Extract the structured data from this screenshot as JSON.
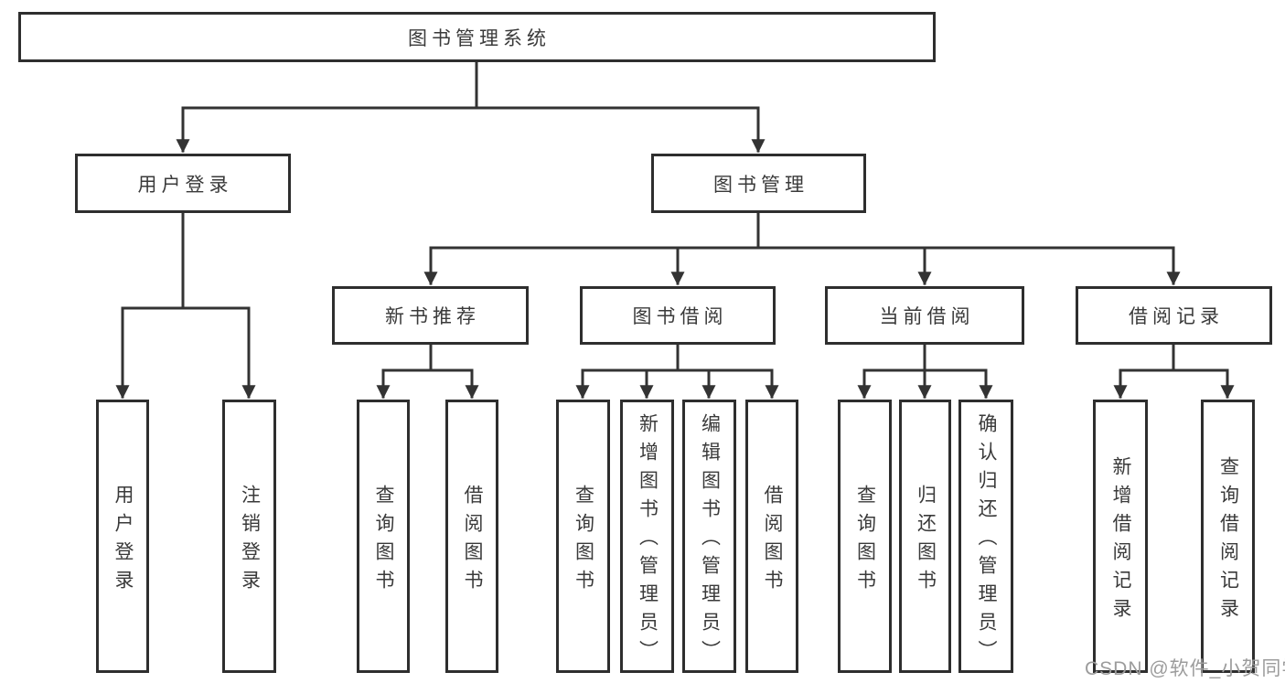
{
  "tree": {
    "root": {
      "label": "图书管理系统"
    },
    "level1": [
      {
        "label": "用户登录"
      },
      {
        "label": "图书管理"
      }
    ],
    "level2": [
      {
        "label": "新书推荐"
      },
      {
        "label": "图书借阅"
      },
      {
        "label": "当前借阅"
      },
      {
        "label": "借阅记录"
      }
    ],
    "leaves": {
      "user_login": [
        {
          "label": "用户登录"
        },
        {
          "label": "注销登录"
        }
      ],
      "new_book_rec": [
        {
          "label": "查询图书"
        },
        {
          "label": "借阅图书"
        }
      ],
      "book_borrow": [
        {
          "label": "查询图书"
        },
        {
          "label": "新增图书（管理员）"
        },
        {
          "label": "编辑图书（管理员）"
        },
        {
          "label": "借阅图书"
        }
      ],
      "current_borrow": [
        {
          "label": "查询图书"
        },
        {
          "label": "归还图书"
        },
        {
          "label": "确认归还（管理员）"
        }
      ],
      "borrow_records": [
        {
          "label": "新增借阅记录"
        },
        {
          "label": "查询借阅记录"
        }
      ]
    }
  },
  "watermark": "CSDN @软件_小贺同学",
  "colors": {
    "line": "#333333",
    "border": "#2e2e2e",
    "text": "#3a3a3a",
    "watermark": "#9c9c9c",
    "background": "#ffffff"
  }
}
